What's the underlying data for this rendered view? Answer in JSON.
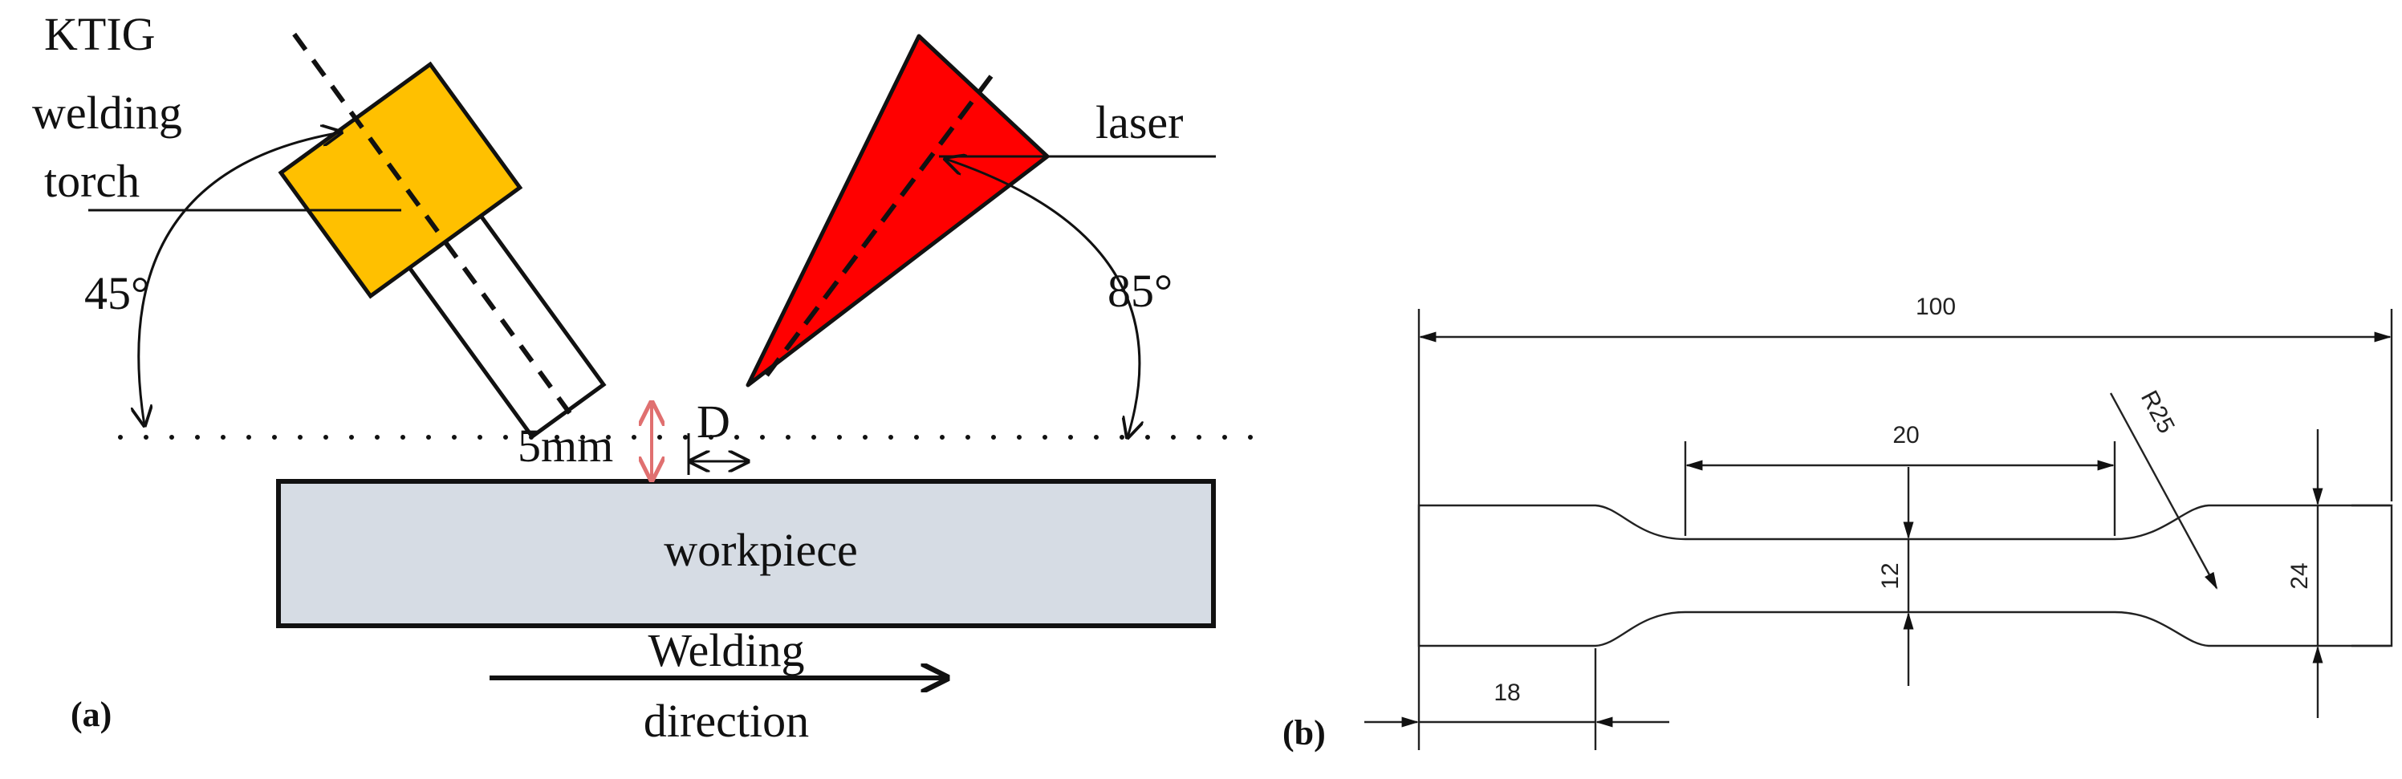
{
  "panel_a": {
    "label": "(a)",
    "torch_label": [
      "KTIG",
      "welding",
      "torch"
    ],
    "laser_label": "laser",
    "torch_angle": "45°",
    "laser_angle": "85°",
    "gap_label": "5mm",
    "offset_label": "D",
    "workpiece_label": "workpiece",
    "direction_label": [
      "Welding",
      "direction"
    ],
    "colors": {
      "torch_head": "#FFC000",
      "laser_beam": "#FF0000",
      "workpiece_fill": "#D6DCE4",
      "gap_arrow": "#E07070"
    }
  },
  "panel_b": {
    "label": "(b)",
    "dim_overall_length": "100",
    "dim_gauge_length": "20",
    "dim_radius": "R25",
    "dim_gauge_width": "12",
    "dim_grip_width": "24",
    "dim_grip_length": "18"
  }
}
